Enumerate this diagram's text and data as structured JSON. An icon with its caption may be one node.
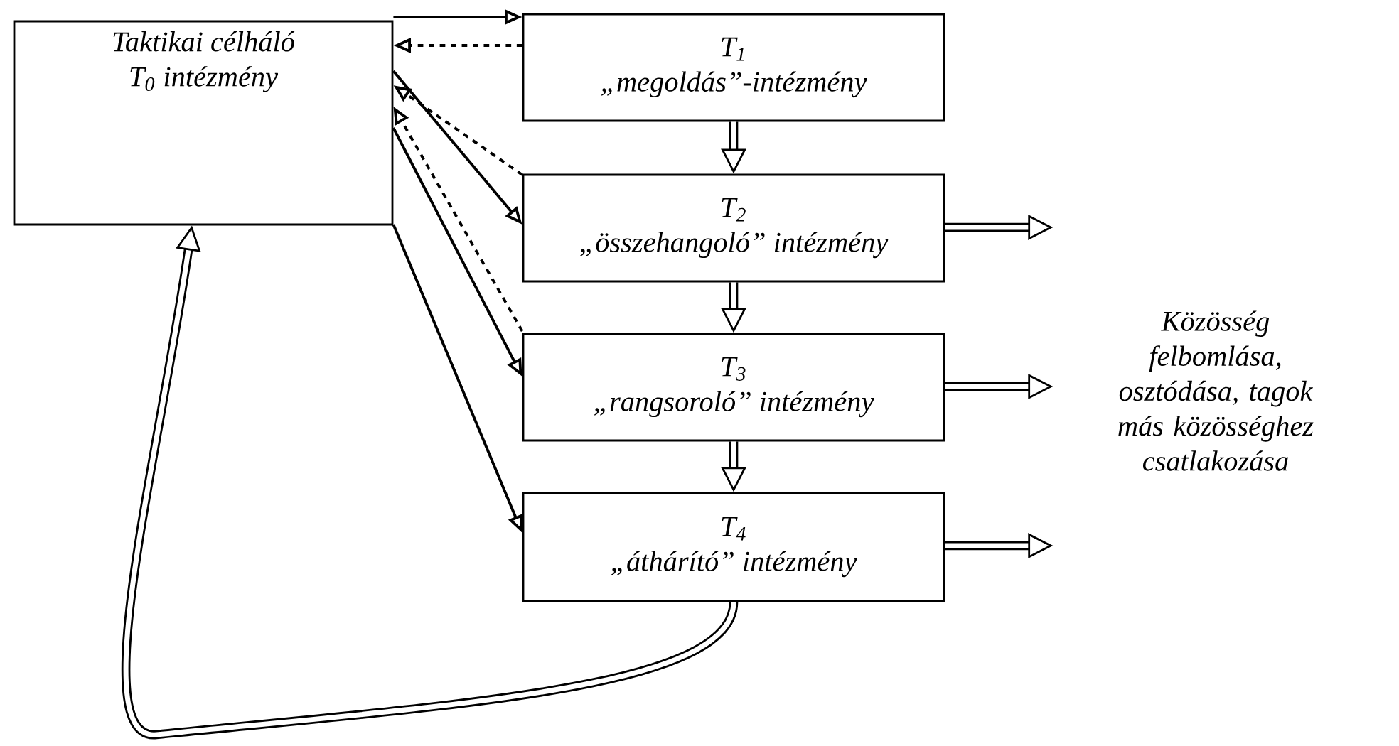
{
  "diagram": {
    "nodes": [
      {
        "text": [
          "Taktikai célháló",
          "T$_{0}$ intézmény"
        ]
      },
      {
        "text": [
          "T$_{1}$",
          "„megoldás”-intézmény"
        ]
      },
      {
        "text": [
          "T$_{2}$",
          "„összehangoló” intézmény"
        ]
      },
      {
        "text": [
          "T$_{3}$",
          "„rangsoroló” intézmény"
        ]
      },
      {
        "text": [
          "T$_{4}$",
          "„áthárító” intézmény"
        ]
      },
      {
        "text": [
          "Közösség felbomlása, osztódása, tagok más közösséghez csatlakozása"
        ]
      }
    ],
    "edges": [
      {
        "from": 0,
        "to": 1,
        "arrow": "to"
      },
      {
        "from": 1,
        "to": 0,
        "arrow": "to",
        "style": "dashed"
      },
      {
        "from": 0,
        "to": 2,
        "arrow": "to"
      },
      {
        "from": 2,
        "to": 0,
        "arrow": "to",
        "style": "dashed"
      },
      {
        "from": 0,
        "to": 3,
        "arrow": "to"
      },
      {
        "from": 3,
        "to": 0,
        "arrow": "to",
        "style": "dashed"
      },
      {
        "from": 0,
        "to": 4,
        "arrow": "to"
      },
      {
        "from": 1,
        "to": 2,
        "arrow": "to",
        "style": "thick"
      },
      {
        "from": 2,
        "to": 3,
        "arrow": "to",
        "style": "thick"
      },
      {
        "from": 3,
        "to": 4,
        "arrow": "to",
        "style": "thick"
      },
      {
        "from": 2,
        "to": null,
        "arrow": "to",
        "style": "thick"
      },
      {
        "from": 3,
        "to": null,
        "arrow": "to",
        "style": "thick"
      },
      {
        "from": 4,
        "to": null,
        "arrow": "to",
        "style": "thick"
      },
      {
        "from": 4,
        "to": 0,
        "arrow": "to",
        "style": "thick"
      }
    ]
  }
}
